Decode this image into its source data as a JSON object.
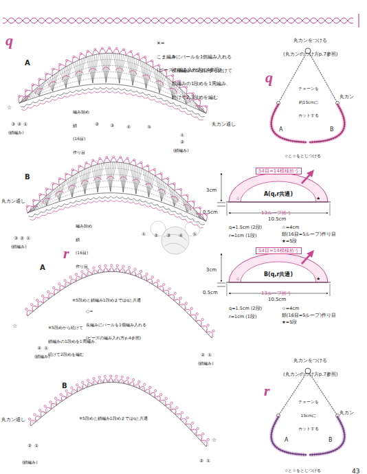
{
  "diagram": {
    "nodes": [
      {
        "text": [
          "A(q,r共通)"
        ]
      },
      {
        "text": [
          "B(q,r共通)"
        ]
      }
    ],
    "labels": [
      "q",
      "A",
      "✕=こま編みにパールを1個編み入れる (ビーズの編み入れ方p.4参照)",
      "※模様編みの5段目から続けて 鎖編みの1段めを1周編み、 続けて2,3段めを編む",
      "☆",
      "③",
      "②",
      "①",
      "(鎖編み)",
      "編み始め 鎖(16目)作り目",
      "②",
      "③",
      "④",
      "⑤",
      "丸カン通し",
      "①",
      "②",
      "(鎖編み)",
      "B",
      "丸カン通し",
      "③",
      "②",
      "①",
      "(鎖編み)",
      "編み始め 鎖(16目)作り目",
      "①",
      "②",
      "③",
      "④",
      "⑤",
      "r",
      "A",
      "※5段めと鎖編み1段めまではqと共通",
      "○=長編みにパールを1個編み入れる (ビーズの編み入れ方p.4参照)",
      "※5段めから続けて 鎖編みの1段めを1周編み、 続けて2段めを編む",
      "☆",
      "②",
      "①",
      "(鎖編み)",
      "②",
      "①",
      "(鎖編み)",
      "B",
      "※5段めと鎖編み1段めまではqと共通",
      "丸カン通し",
      "②",
      "①",
      "(鎖編み)",
      "☆",
      "②",
      "①",
      "丸カンをつける (丸カンのつけ方p.7参照)",
      "q",
      "チェーンを 約15cmに カットする",
      "丸カン",
      "A",
      "B",
      "☆と☆をとじつける",
      "54目=14模様拾う",
      "3cm",
      "☆",
      "★",
      "0.5cm",
      "13ループ拾う",
      "10.5cm",
      "q=1.5cm (2段)",
      "r=1cm (1段)",
      "☆=4cm",
      "鎖(16目=5ループ)作り目",
      "★=5段",
      "54目=14模様拾う",
      "3cm",
      "☆",
      "★",
      "0.5cm",
      "13ループ拾う",
      "10.5cm",
      "q=1.5cm (2段)",
      "r=1cm (1段)",
      "☆=4cm",
      "鎖(16目=5ループ)作り目",
      "★=5段",
      "丸カンをつける (丸カンのつけ方p.7参照)",
      "r",
      "チェーンを 15cmに カットする",
      "丸カン",
      "A",
      "B",
      "☆と☆をとじつける",
      "43"
    ]
  }
}
